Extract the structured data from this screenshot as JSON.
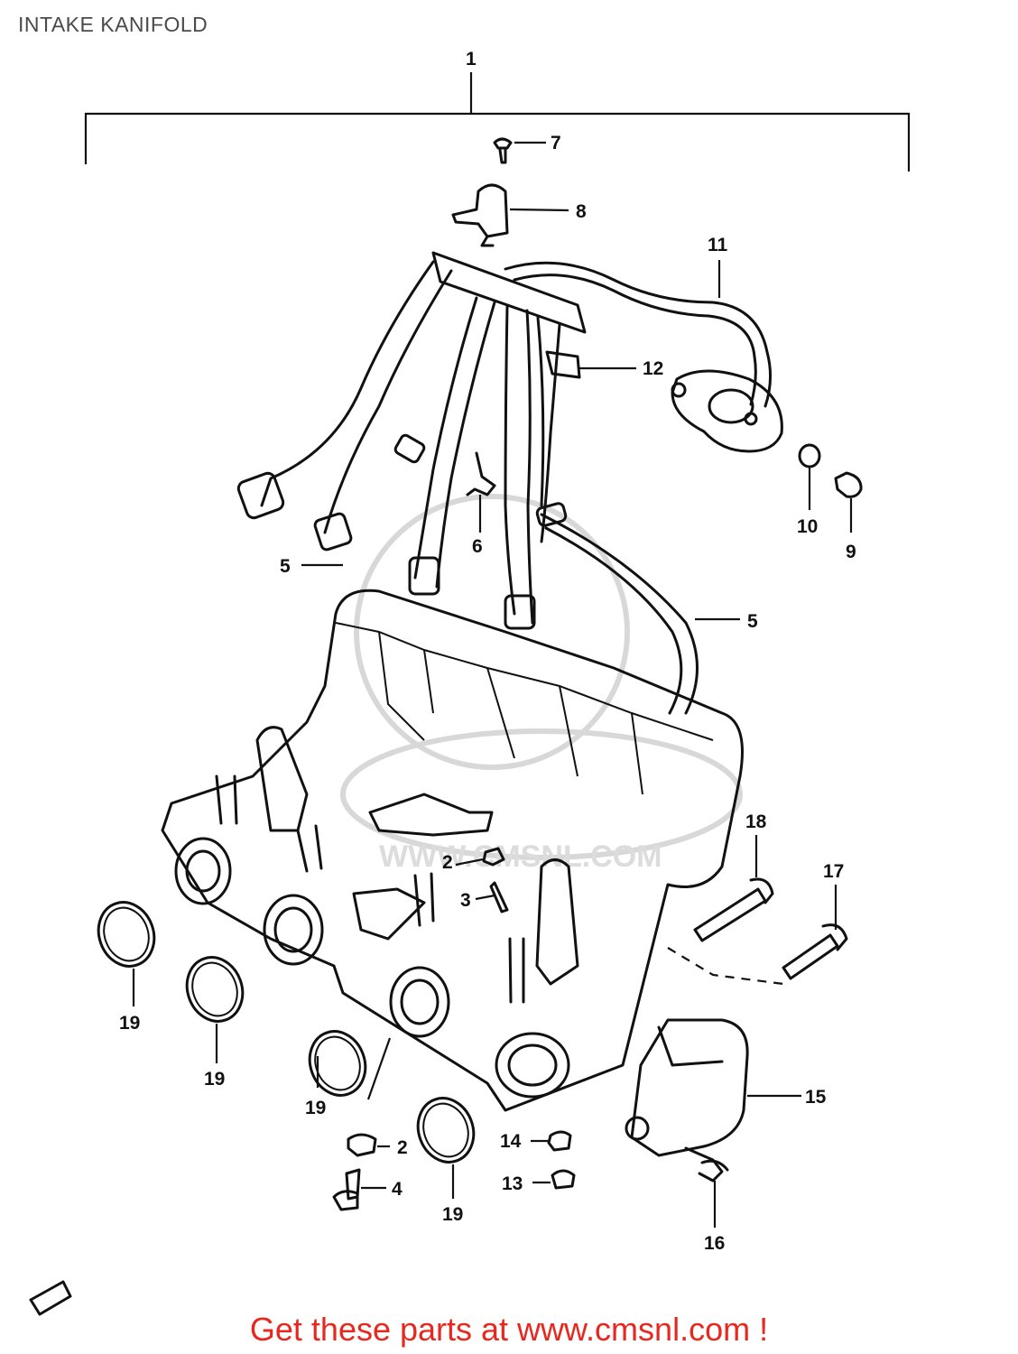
{
  "title": "INTAKE KANIFOLD",
  "watermark": {
    "text": "WWW.CMSNL.COM",
    "color": "#dcdcdc"
  },
  "footer": {
    "text": "Get these parts at www.cmsnl.com !",
    "color": "#e8281e"
  },
  "callouts": [
    {
      "id": "1"
    },
    {
      "id": "7"
    },
    {
      "id": "8"
    },
    {
      "id": "11"
    },
    {
      "id": "12"
    },
    {
      "id": "10"
    },
    {
      "id": "9"
    },
    {
      "id": "6"
    },
    {
      "id": "5a",
      "label": "5"
    },
    {
      "id": "5b",
      "label": "5"
    },
    {
      "id": "18"
    },
    {
      "id": "17"
    },
    {
      "id": "2a",
      "label": "2"
    },
    {
      "id": "3"
    },
    {
      "id": "19a",
      "label": "19"
    },
    {
      "id": "19b",
      "label": "19"
    },
    {
      "id": "19c",
      "label": "19"
    },
    {
      "id": "19d",
      "label": "19"
    },
    {
      "id": "15"
    },
    {
      "id": "14"
    },
    {
      "id": "13"
    },
    {
      "id": "2b",
      "label": "2"
    },
    {
      "id": "4"
    },
    {
      "id": "16"
    }
  ],
  "labels": {
    "c1": "1",
    "c7": "7",
    "c8": "8",
    "c11": "11",
    "c12": "12",
    "c10": "10",
    "c9": "9",
    "c6": "6",
    "c5a": "5",
    "c5b": "5",
    "c18": "18",
    "c17": "17",
    "c2a": "2",
    "c3": "3",
    "c19a": "19",
    "c19b": "19",
    "c19c": "19",
    "c19d": "19",
    "c15": "15",
    "c14": "14",
    "c13": "13",
    "c2b": "2",
    "c4": "4",
    "c16": "16"
  }
}
